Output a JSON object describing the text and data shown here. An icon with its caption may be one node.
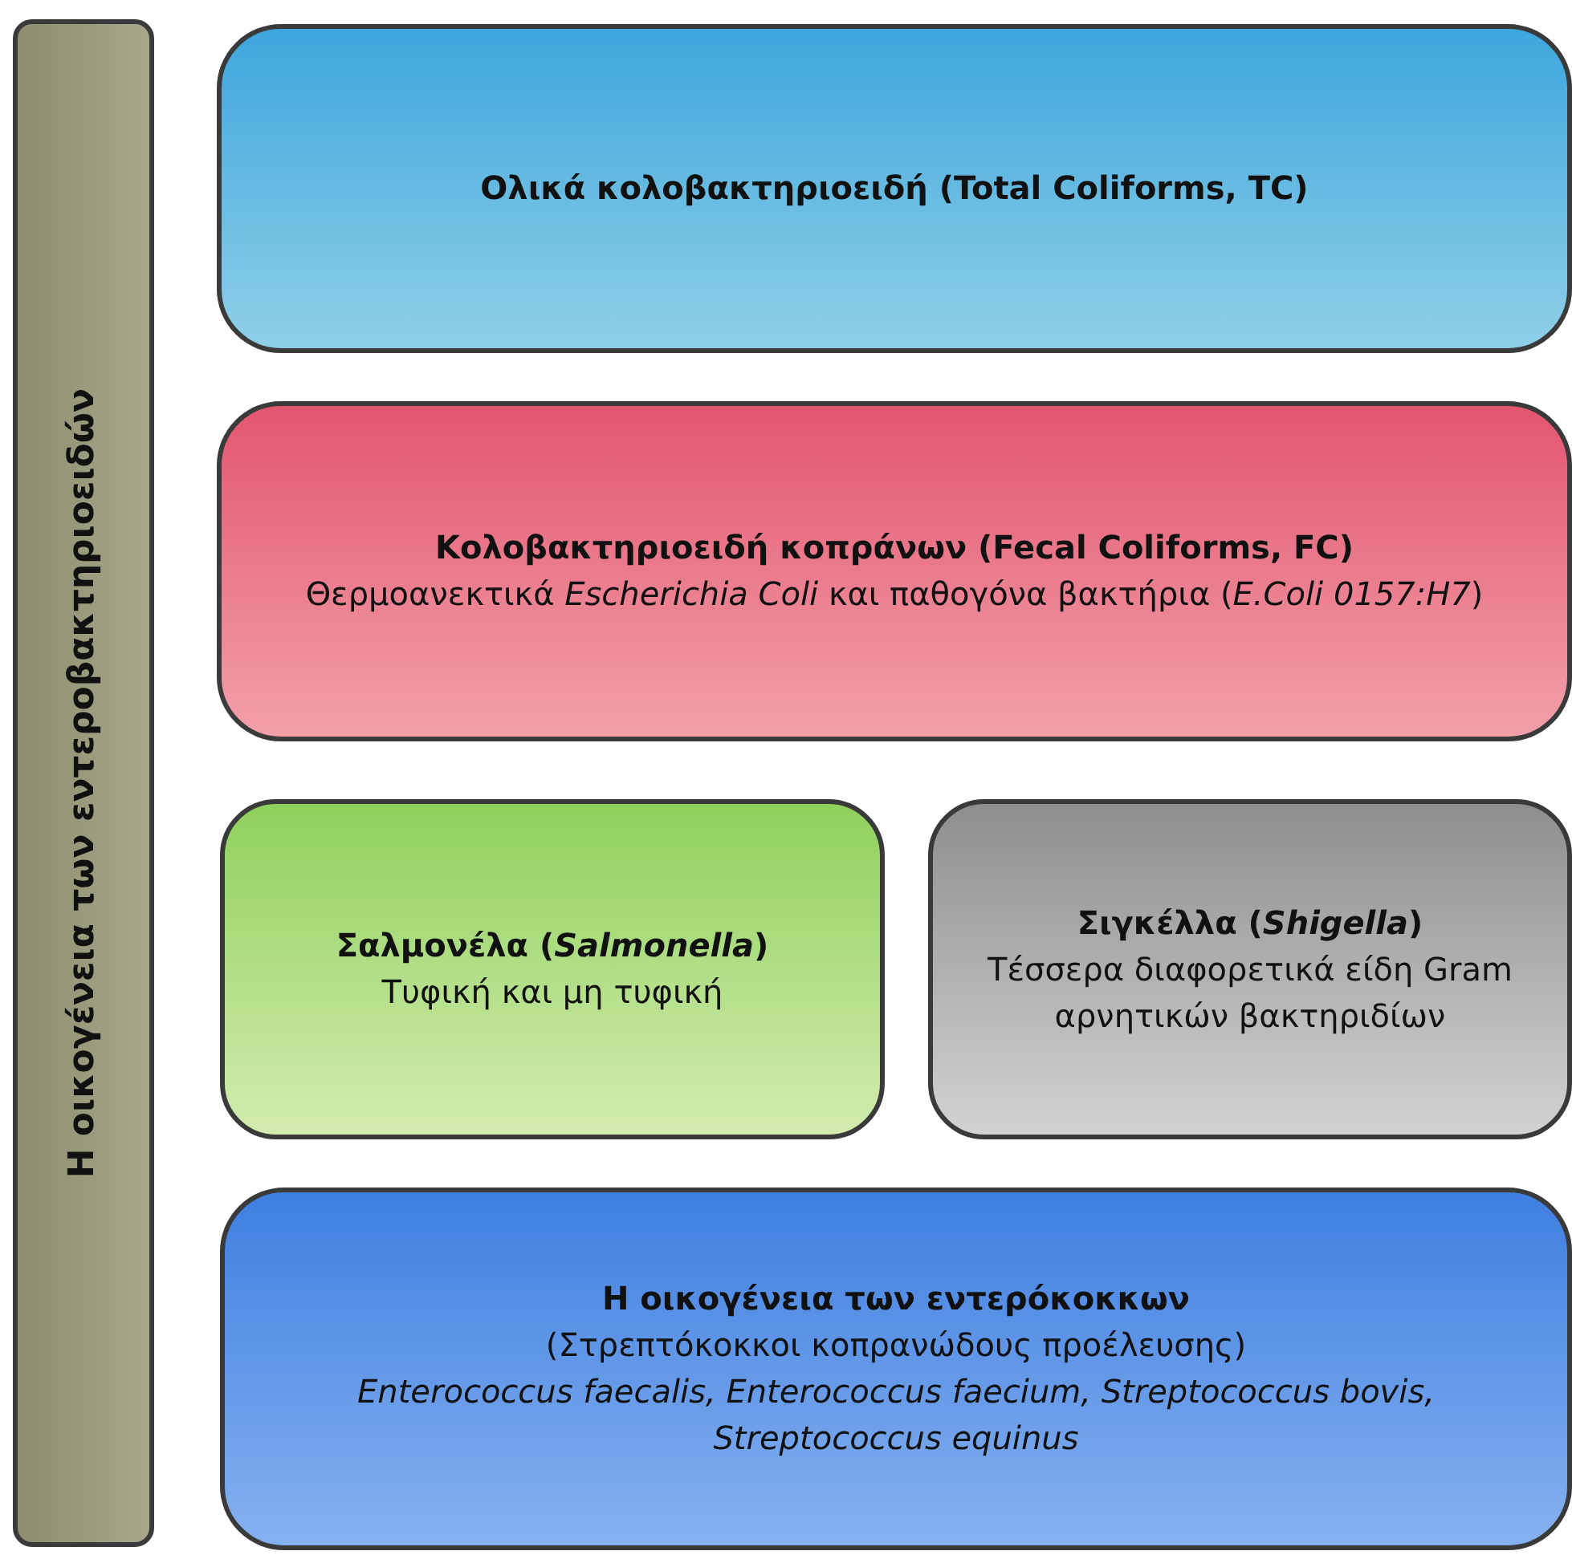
{
  "diagram": {
    "nodes": [
      {
        "text": [
          "Η οικογένεια των εντεροβακτηριοειδών"
        ]
      },
      {
        "text": [
          "Ολικά κολοβακτηριοειδή (Total Coliforms, TC)"
        ]
      },
      {
        "text": [
          "Κολοβακτηριοειδή κοπράνων (Fecal Coliforms, FC)",
          "Θερμοανεκτικά *Escherichia Coli* και παθογόνα βακτήρια (*E.Coli 0157:H7*)"
        ]
      },
      {
        "text": [
          "Σαλμονέλα (*Salmonella*)",
          "Τυφική και μη τυφική"
        ]
      },
      {
        "text": [
          "Σιγκέλλα (*Shigella*)",
          "Τέσσερα διαφορετικά είδη Gram αρνητικών βακτηριδίων"
        ]
      },
      {
        "text": [
          "Η οικογένεια των εντερόκοκκων",
          "(Στρεπτόκοκκοι κοπρανώδους προέλευσης)",
          "Enterococcus faecalis, Enterococcus faecium, Streptococcus bovis, Streptococcus equinus"
        ]
      }
    ]
  }
}
